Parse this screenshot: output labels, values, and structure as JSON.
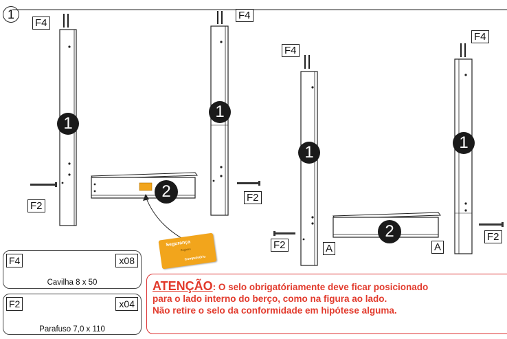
{
  "step_number": "1",
  "labels": {
    "f4": "F4",
    "f2": "F2",
    "a": "A"
  },
  "badges": {
    "leg": "1",
    "rail": "2"
  },
  "parts": [
    {
      "code": "F4",
      "qty": "x08",
      "description": "Cavilha 8 x 50"
    },
    {
      "code": "F2",
      "qty": "x04",
      "description": "Parafuso 7,0 x 110"
    }
  ],
  "warning": {
    "heading": "ATENÇÃO",
    "line1": ": O selo obrigatóriamente deve ficar posicionado",
    "line2": "para o lado interno do berço, como na figura ao lado.",
    "line3": "Não retire o selo da conformidade em hipótese alguma."
  },
  "seal": {
    "title": "Segurança",
    "line": "Registro",
    "footer": "Compulsório"
  },
  "colors": {
    "warning_red": "#e23a2c",
    "seal_orange": "#f2a51c",
    "badge_dark": "#1a1a1a"
  }
}
